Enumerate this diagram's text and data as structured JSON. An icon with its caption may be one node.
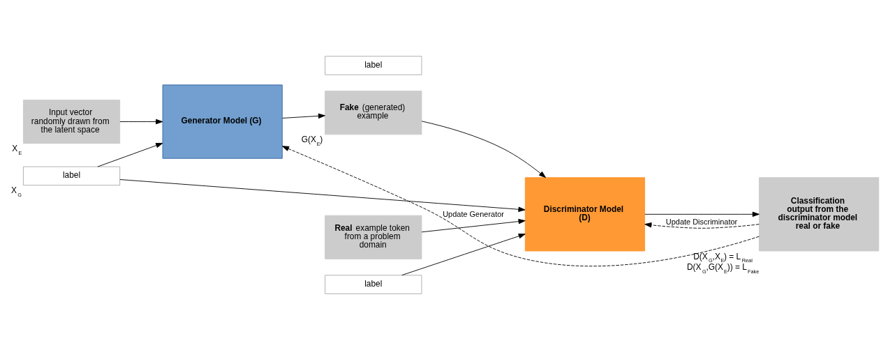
{
  "diagram": {
    "nodes": [
      {
        "text": [
          "Input vector randomly drawn from the latent space"
        ],
        "beside": [
          "X$_{E}$"
        ]
      },
      {
        "text": [
          "label"
        ],
        "beside": [
          "X$_{G}$"
        ]
      },
      {
        "text": [
          "Generator Model (G)"
        ]
      },
      {
        "text": [
          "**Fake** (generated) example"
        ],
        "beside": [
          "G(X$_{E}$)"
        ]
      },
      {
        "text": [
          "label"
        ]
      },
      {
        "text": [
          "Discriminator Model (D)"
        ]
      },
      {
        "text": [
          "Classification output from the discriminator model real or fake"
        ],
        "beside": [
          "D(X$_{G}$,X$_{E}$) = L$_{Real}$",
          "D(X$_{G}$,G(X$_{E}$)) = L$_{Fake}$"
        ]
      },
      {
        "text": [
          "**Real** example token from a problem domain"
        ]
      },
      {
        "text": [
          "label"
        ]
      }
    ],
    "edges": [
      {
        "from": 0,
        "to": 2,
        "arrow": "to"
      },
      {
        "from": 1,
        "to": 2,
        "arrow": "to"
      },
      {
        "from": 2,
        "to": 3,
        "arrow": "to"
      },
      {
        "from": 3,
        "to": 5,
        "arrow": "to"
      },
      {
        "from": 1,
        "to": 5,
        "arrow": "to"
      },
      {
        "from": 7,
        "to": 5,
        "arrow": "to"
      },
      {
        "from": 8,
        "to": 5,
        "arrow": "to"
      },
      {
        "from": 5,
        "to": 6,
        "arrow": "to"
      },
      {
        "from": 6,
        "to": 2,
        "arrow": "to",
        "style": "dashed",
        "label": "Update Generator"
      },
      {
        "from": 6,
        "to": 5,
        "arrow": "to",
        "style": "dashed",
        "label": "Update Discriminator"
      }
    ]
  }
}
